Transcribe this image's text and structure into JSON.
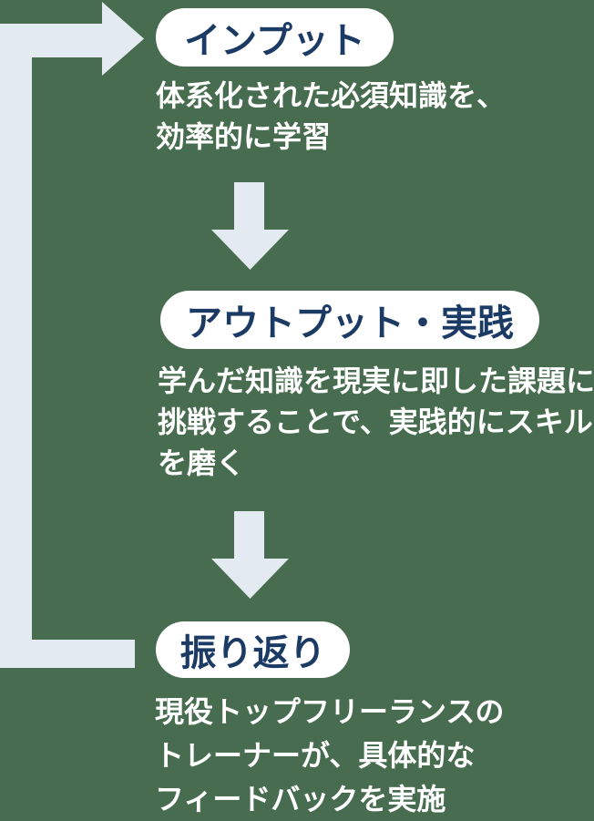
{
  "colors": {
    "background": "#486C4F",
    "arrow": "#E4EAF1",
    "pill_bg": "#FFFFFF",
    "pill_text": "#1B3A64",
    "body_text": "#FFFFFF"
  },
  "icons": {
    "loop_arrow": "loop-return-arrow-icon",
    "flow_arrow": "down-arrow-icon"
  },
  "steps": [
    {
      "title": "インプット",
      "description_lines": [
        "体系化された必須知識を、",
        "効率的に学習"
      ]
    },
    {
      "title": "アウトプット・実践",
      "description_lines": [
        "学んだ知識を現実に即した課題に",
        "挑戦することで、実践的にスキル",
        "を磨く"
      ]
    },
    {
      "title": "振り返り",
      "description_lines": [
        "現役トップフリーランスの",
        "トレーナーが、具体的な",
        "フィードバックを実施"
      ]
    }
  ]
}
